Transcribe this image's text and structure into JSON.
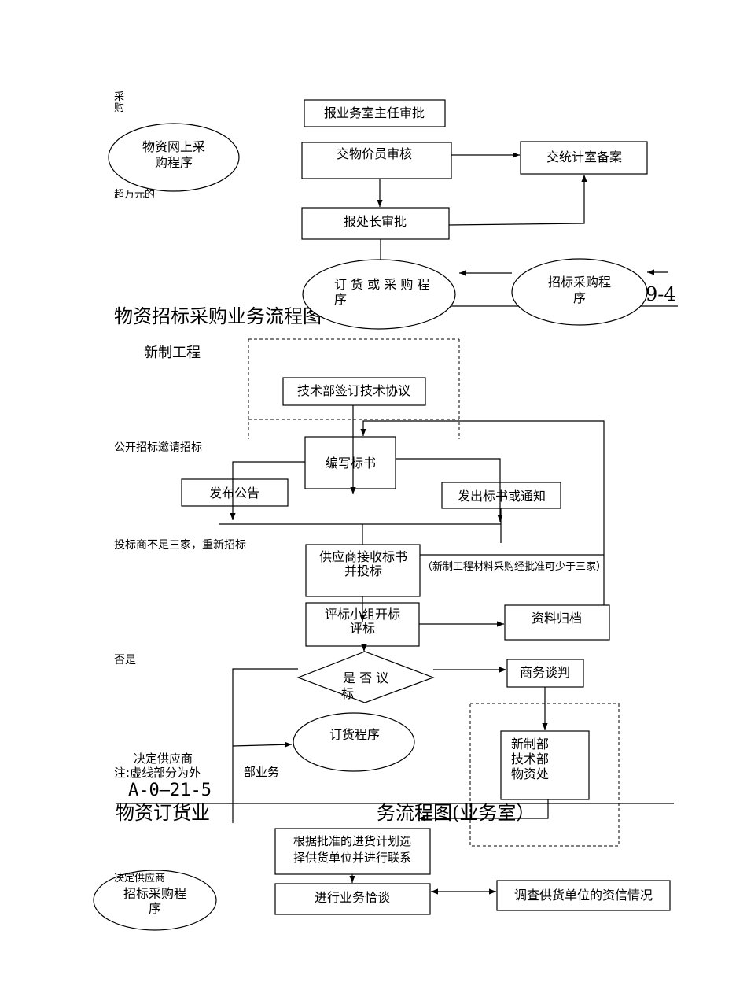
{
  "top": {
    "side_label": [
      "采",
      "购"
    ],
    "online_procurement": [
      "物资网上采",
      "购程序"
    ],
    "over_10k": "超万元的",
    "director_approval": "报业务室主任审批",
    "price_check": "交物价员审核",
    "stats_filing": "交统计室备案",
    "chief_approval": "报处长审批",
    "order_procedure": [
      "订 货 或 采 购 程",
      "序"
    ],
    "tender_procedure": [
      "招标采购程",
      "序"
    ],
    "code": "9-4",
    "title": "物资招标采购业务流程图"
  },
  "tender": {
    "new_project": "新制工程",
    "tech_agreement": "技术部签订技术协议",
    "open_invite": "公开招标邀请招标",
    "write_tender": "编写标书",
    "announce": "发布公告",
    "send_notice": "发出标书或通知",
    "rebid_note": "投标商不足三家，重新招标",
    "supplier_bid": [
      "供应商接收标书",
      "并投标"
    ],
    "exception_note": "（新制工程材料采购经批准可少于三家）",
    "evaluation": [
      "评标小组开标",
      "评标"
    ],
    "archive": "资料归档",
    "no_yes": "否是",
    "negotiate_decision": [
      "是 否 议",
      "标"
    ],
    "negotiation": "商务谈判",
    "departments": [
      "新制部",
      "技术部",
      "物资处"
    ],
    "order_procedure": "订货程序",
    "decide_supplier": "决定供应商",
    "note": "注:虚线部分为外",
    "note_cont": "部业务",
    "doc_code": "A-0—21-5"
  },
  "ordering": {
    "title_part1": "物资订货业",
    "title_part2": "务流程图(业务室）",
    "select_supplier": [
      "根据批准的进货计划选",
      "择供货单位并进行联系"
    ],
    "business_talk": "进行业务恰谈",
    "credit_check": "调查供货单位的资信情况",
    "tender_procedure": [
      "招标采购程",
      "序"
    ],
    "decide_supplier": "决定供应商"
  }
}
